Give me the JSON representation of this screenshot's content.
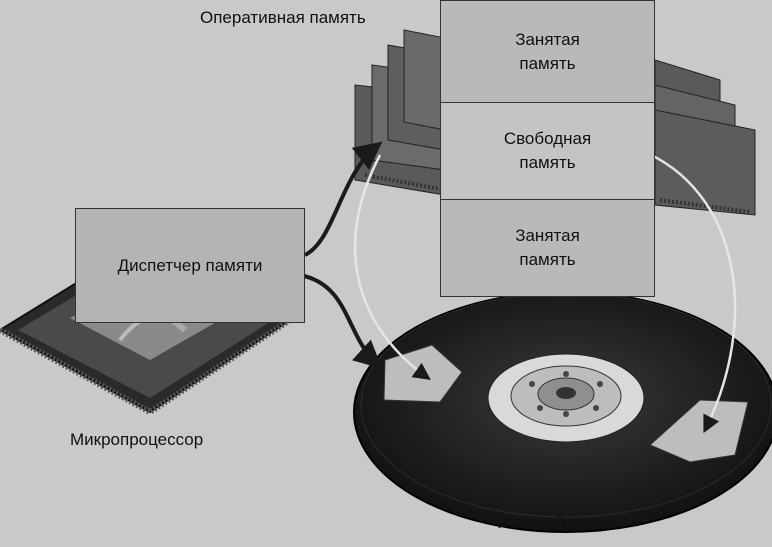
{
  "labels": {
    "ram": "Оперативная память",
    "cpu": "Микропроцессор",
    "disk": "Жесткий диск"
  },
  "manager": "Диспетчер памяти",
  "memory_blocks": [
    {
      "label": "Занятая память",
      "state": "occupied"
    },
    {
      "label": "Свободная память",
      "state": "free"
    },
    {
      "label": "Занятая память",
      "state": "occupied"
    }
  ],
  "colors": {
    "background": "#c9c9c9",
    "box_fill": "#b9b9b9",
    "free_fill": "#c4c4c4",
    "disk": "#1a1a1a",
    "arrow": "#1a1a1a"
  }
}
